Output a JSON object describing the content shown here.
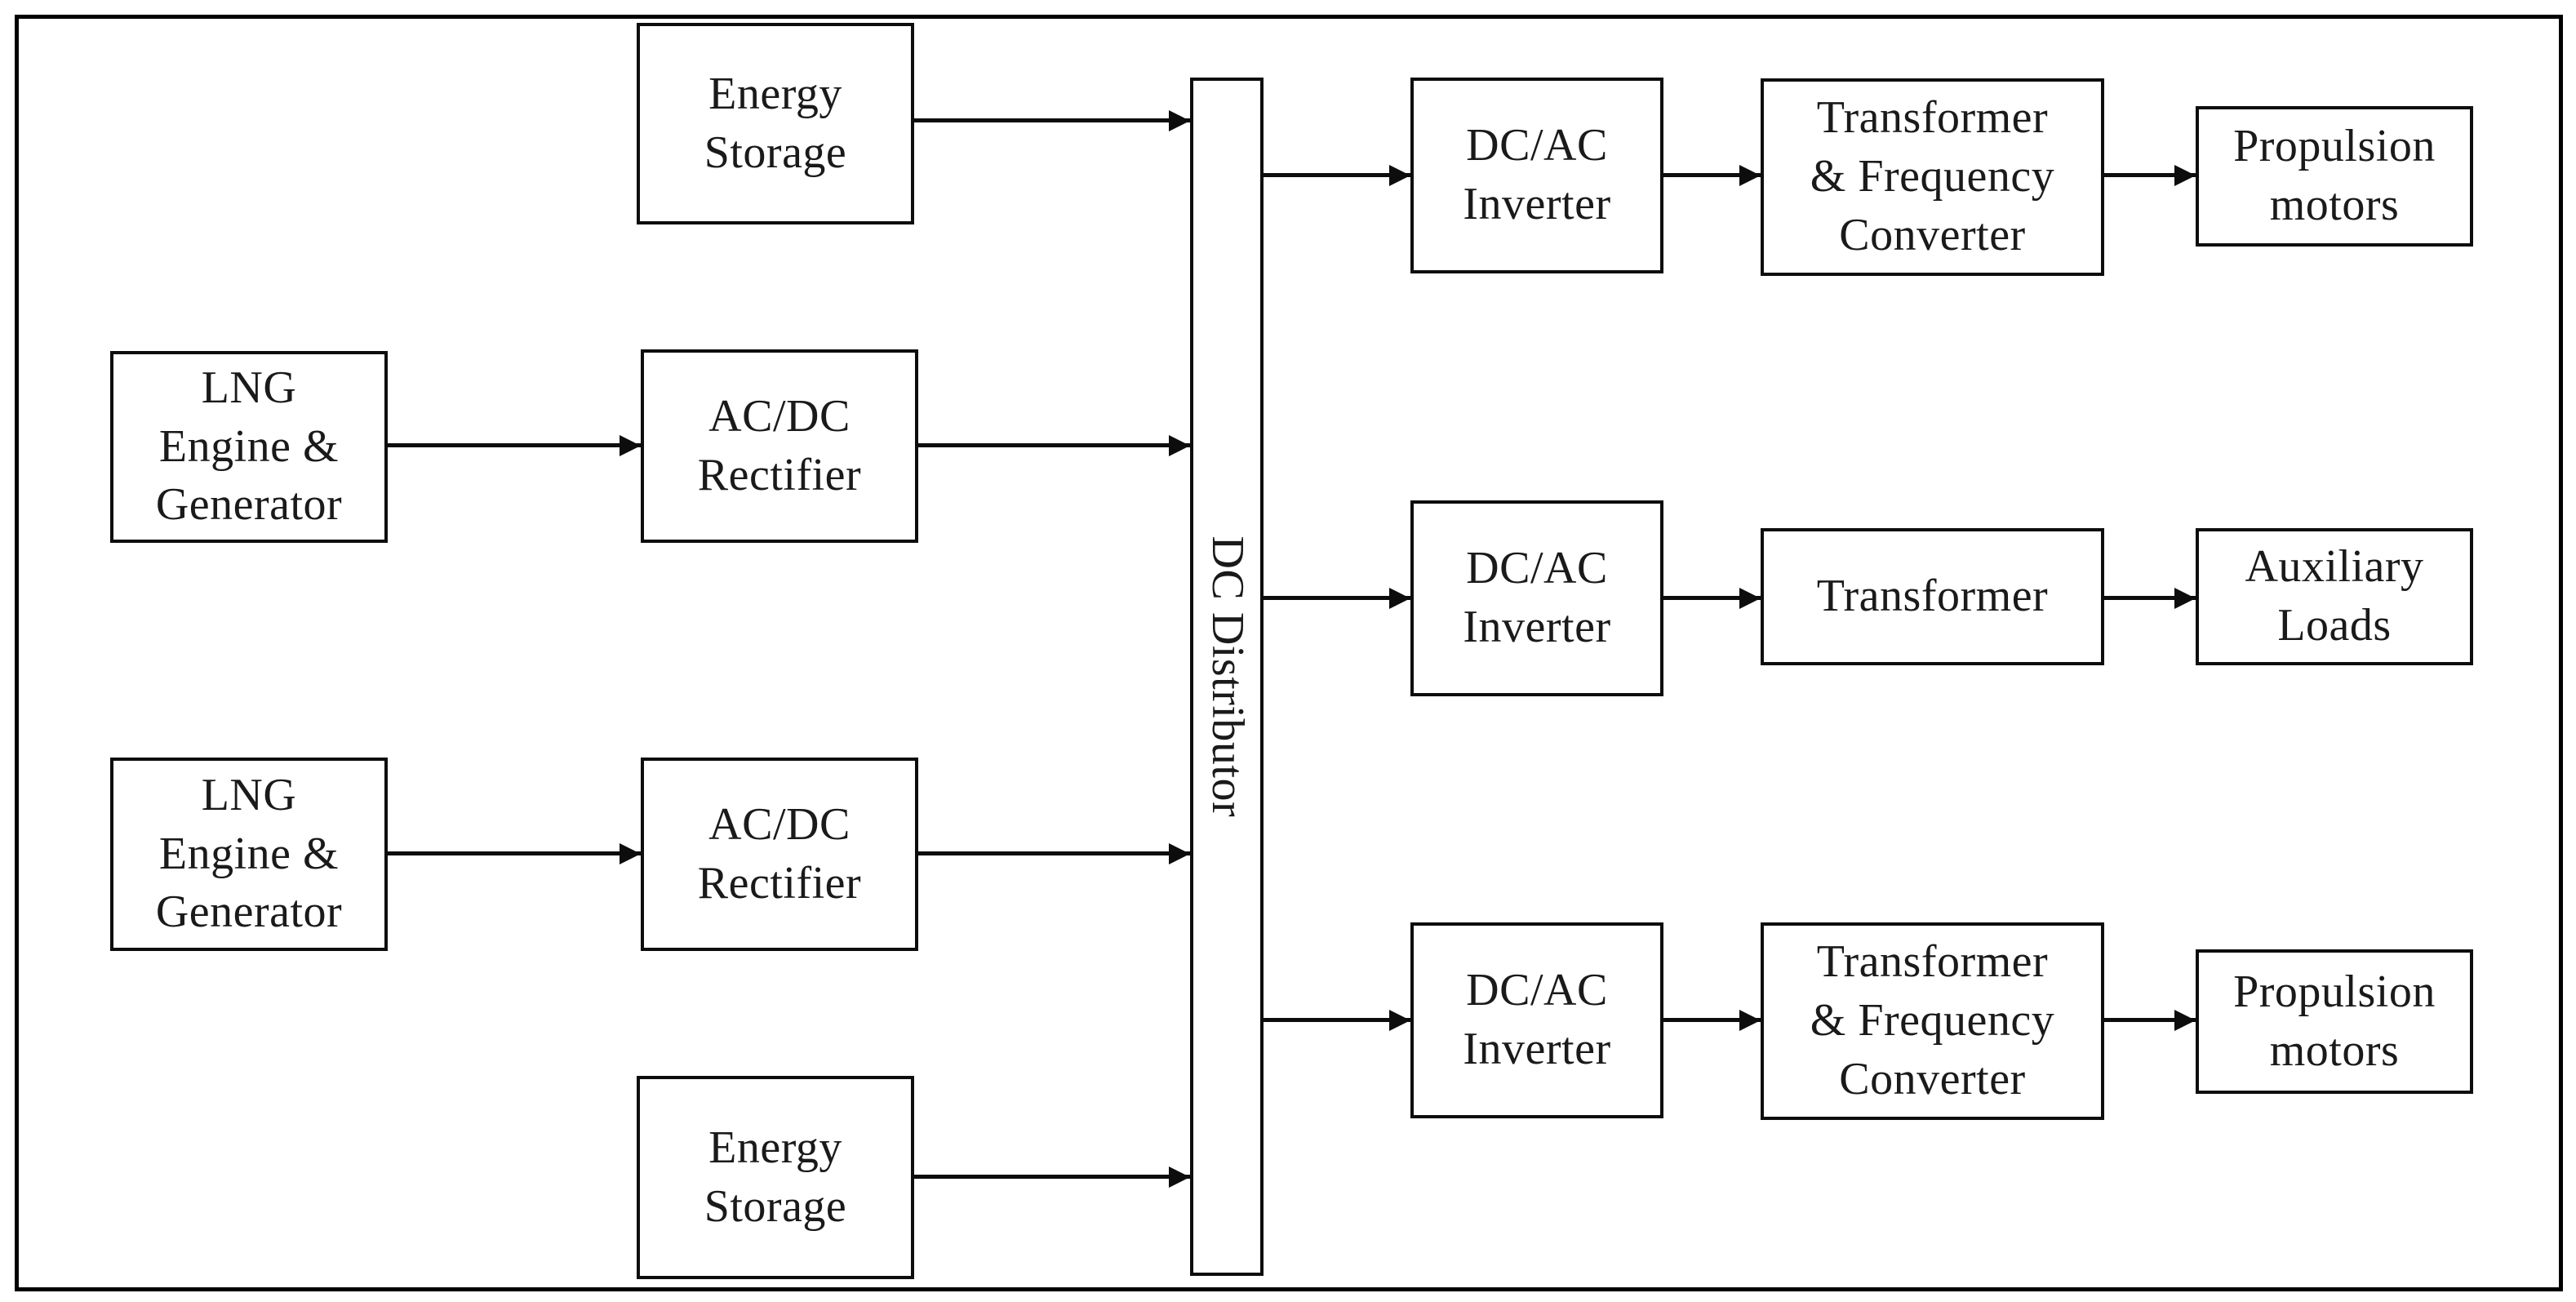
{
  "colors": {
    "line": "#0d0d0d",
    "background": "#ffffff",
    "text": "#1a1a1a"
  },
  "nodes": {
    "energy_storage_top": {
      "label": "Energy\nStorage"
    },
    "lng_engine_generator_top": {
      "label": "LNG\nEngine &\nGenerator"
    },
    "acdc_rectifier_top": {
      "label": "AC/DC\nRectifier"
    },
    "lng_engine_generator_bottom": {
      "label": "LNG\nEngine &\nGenerator"
    },
    "acdc_rectifier_bottom": {
      "label": "AC/DC\nRectifier"
    },
    "energy_storage_bottom": {
      "label": "Energy\nStorage"
    },
    "dc_distributor": {
      "label": "DC Distributor"
    },
    "dcac_inverter_top": {
      "label": "DC/AC\nInverter"
    },
    "transformer_frequency_converter_top": {
      "label": "Transformer\n& Frequency\nConverter"
    },
    "propulsion_motors_top": {
      "label": "Propulsion\nmotors"
    },
    "dcac_inverter_middle": {
      "label": "DC/AC\nInverter"
    },
    "transformer_middle": {
      "label": "Transformer"
    },
    "auxiliary_loads": {
      "label": "Auxiliary\nLoads"
    },
    "dcac_inverter_bottom": {
      "label": "DC/AC\nInverter"
    },
    "transformer_frequency_converter_bottom": {
      "label": "Transformer\n& Frequency\nConverter"
    },
    "propulsion_motors_bottom": {
      "label": "Propulsion\nmotors"
    }
  }
}
